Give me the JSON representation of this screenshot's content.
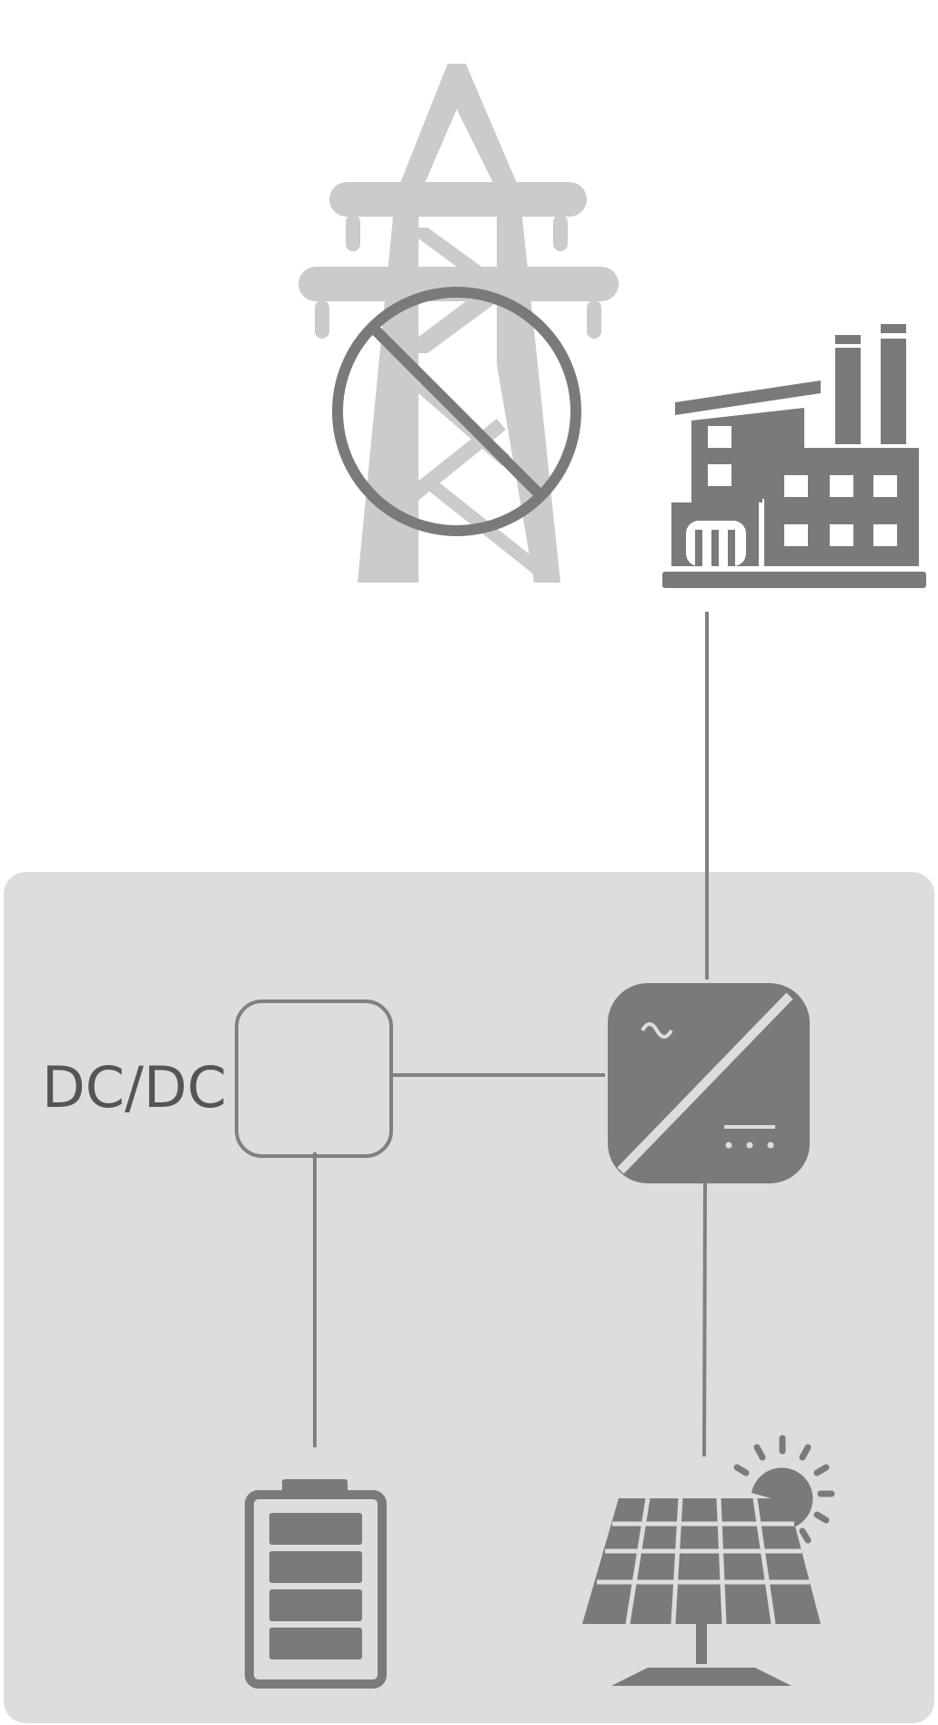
{
  "diagram": {
    "dcdc_label": "DC/DC",
    "nodes": {
      "grid": {
        "icon": "power-tower-disconnected-icon",
        "state": "disconnected"
      },
      "load": {
        "icon": "factory-icon"
      },
      "converter": {
        "icon": "dc-dc-converter-box"
      },
      "inverter": {
        "icon": "inverter-ac-dc-icon"
      },
      "battery": {
        "icon": "battery-icon",
        "level_segments": 4,
        "filled_segments": 4
      },
      "pv": {
        "icon": "solar-panel-sun-icon"
      }
    },
    "colors": {
      "background": "#ffffff",
      "system_panel": "#dcdedd",
      "icon_dark": "#7a7a7a",
      "icon_light": "#cbcbcb",
      "line": "#808080",
      "label": "#555555"
    }
  }
}
